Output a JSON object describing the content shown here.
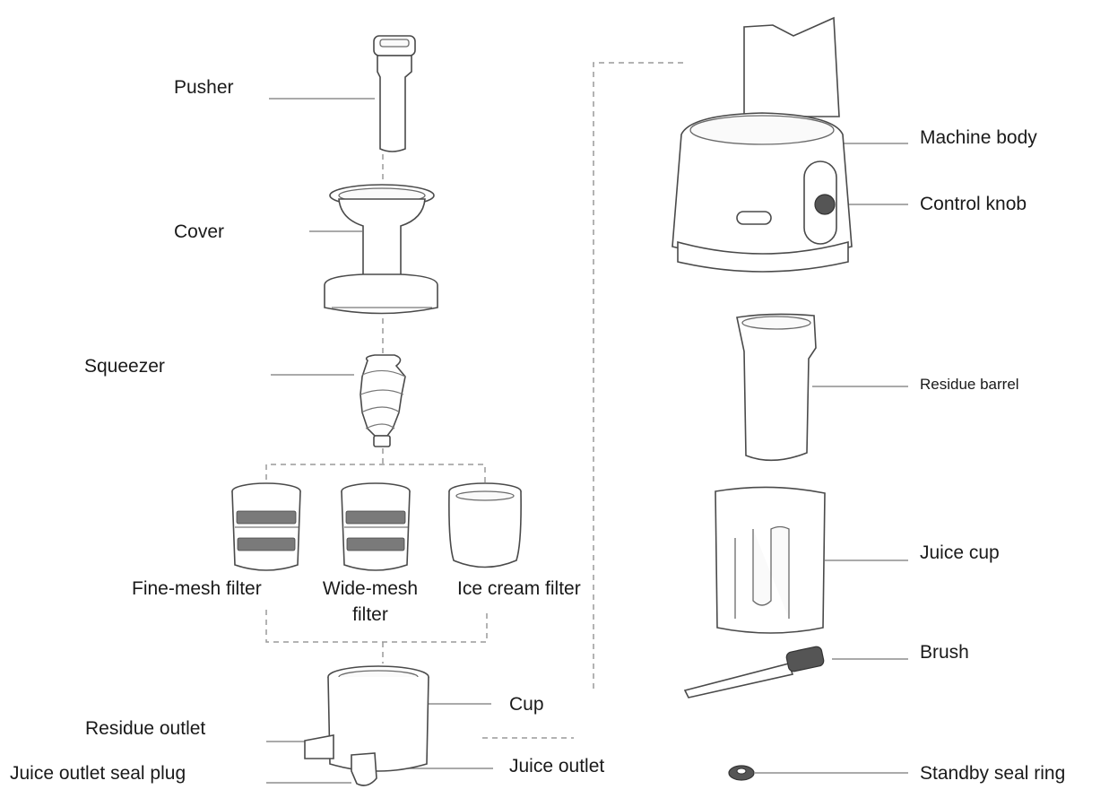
{
  "labels": {
    "pusher": "Pusher",
    "cover": "Cover",
    "squeezer": "Squeezer",
    "fine_mesh_filter": "Fine-mesh filter",
    "wide_mesh_filter_line1": "Wide-mesh",
    "wide_mesh_filter_line2": "filter",
    "ice_cream_filter": "Ice cream filter",
    "cup": "Cup",
    "residue_outlet": "Residue outlet",
    "juice_outlet_seal_plug": "Juice outlet seal plug",
    "juice_outlet": "Juice outlet",
    "machine_body": "Machine body",
    "control_knob": "Control knob",
    "residue_barrel": "Residue barrel",
    "juice_cup": "Juice cup",
    "brush": "Brush",
    "standby_seal_ring": "Standby seal ring"
  }
}
